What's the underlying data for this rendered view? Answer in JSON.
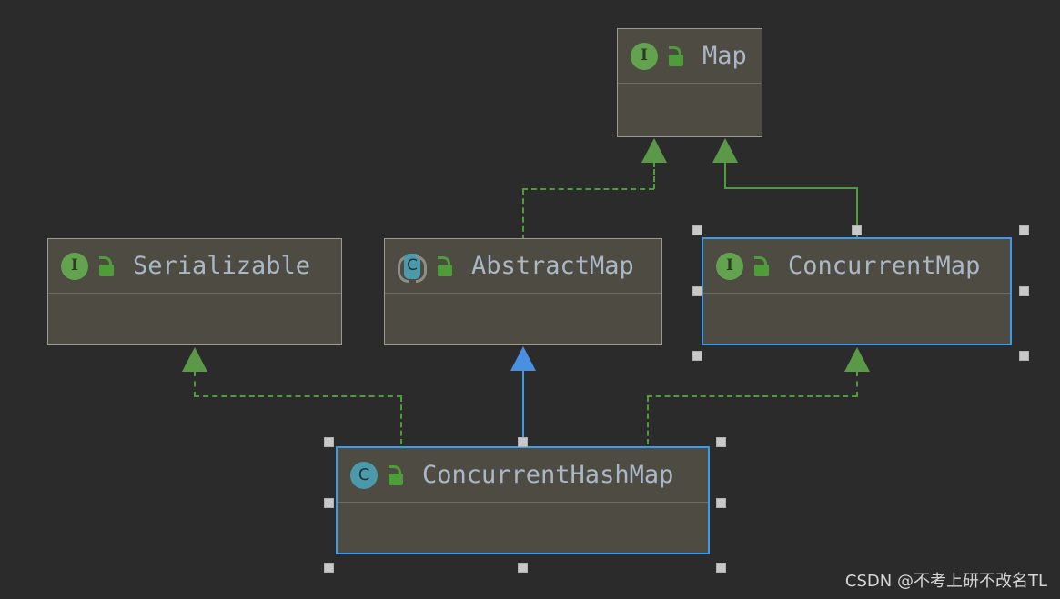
{
  "diagram": {
    "type": "uml-class-diagram",
    "background_color": "#2b2b2b",
    "node_fill_color": "#4e4b42",
    "node_border_color": "#9a9a94",
    "selected_border_color": "#3c9ae8",
    "title_text_color": "#a9b7c6",
    "inheritance_color_green": "#4f9c3a",
    "inheritance_color_blue": "#3c9ae8",
    "nodes": [
      {
        "id": "map",
        "name": "Map",
        "stereotype": "interface",
        "icon": "interface-icon",
        "visibility_icon": "unlocked-padlock-icon",
        "selected": false
      },
      {
        "id": "serializable",
        "name": "Serializable",
        "stereotype": "interface",
        "icon": "interface-icon",
        "visibility_icon": "unlocked-padlock-icon",
        "selected": false
      },
      {
        "id": "abstractmap",
        "name": "AbstractMap",
        "stereotype": "abstract-class",
        "icon": "abstract-class-icon",
        "visibility_icon": "unlocked-padlock-icon",
        "selected": false
      },
      {
        "id": "concurrentmap",
        "name": "ConcurrentMap",
        "stereotype": "interface",
        "icon": "interface-icon",
        "visibility_icon": "unlocked-padlock-icon",
        "selected": true
      },
      {
        "id": "concurrenthashmap",
        "name": "ConcurrentHashMap",
        "stereotype": "class",
        "icon": "class-icon",
        "visibility_icon": "unlocked-padlock-icon",
        "selected": true
      }
    ],
    "edges": [
      {
        "from": "abstractmap",
        "to": "map",
        "kind": "realization",
        "style": "dashed",
        "color": "#4f9c3a"
      },
      {
        "from": "concurrentmap",
        "to": "map",
        "kind": "generalization",
        "style": "solid",
        "color": "#4f9c3a"
      },
      {
        "from": "concurrenthashmap",
        "to": "serializable",
        "kind": "realization",
        "style": "dashed",
        "color": "#4f9c3a"
      },
      {
        "from": "concurrenthashmap",
        "to": "abstractmap",
        "kind": "generalization",
        "style": "solid",
        "color": "#3c9ae8"
      },
      {
        "from": "concurrenthashmap",
        "to": "concurrentmap",
        "kind": "realization",
        "style": "dashed",
        "color": "#4f9c3a"
      }
    ]
  },
  "watermark": {
    "text": "CSDN @不考上研不改名TL"
  }
}
